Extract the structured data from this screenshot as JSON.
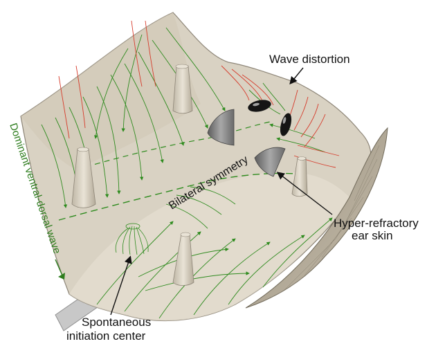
{
  "labels": {
    "wave_distortion": "Wave distortion",
    "bilateral_symmetry": "Bilateral symmetry",
    "hyper_refractory_line1": "Hyper-refractory",
    "hyper_refractory_line2": "ear skin",
    "spontaneous_line1": "Spontaneous",
    "spontaneous_line2": "initiation center",
    "dominant_wave": "Dominant ventral-dorsal wave"
  },
  "colors": {
    "skin_fill": "#d9d2c3",
    "skin_shade": "#c9c0ae",
    "skin_stroke": "#8d8577",
    "wave_green": "#2e8b1e",
    "refractory_red": "#d63a2a",
    "ear_grey": "#8c8c8c",
    "eye_black": "#151515",
    "text": "#111111",
    "dominant_text": "#2e7d1e"
  },
  "icons": {
    "tentacle": "tentacle-shape",
    "ear": "ear-cone-shape",
    "eye": "eye-ellipse",
    "arrow": "pointer-arrow"
  }
}
